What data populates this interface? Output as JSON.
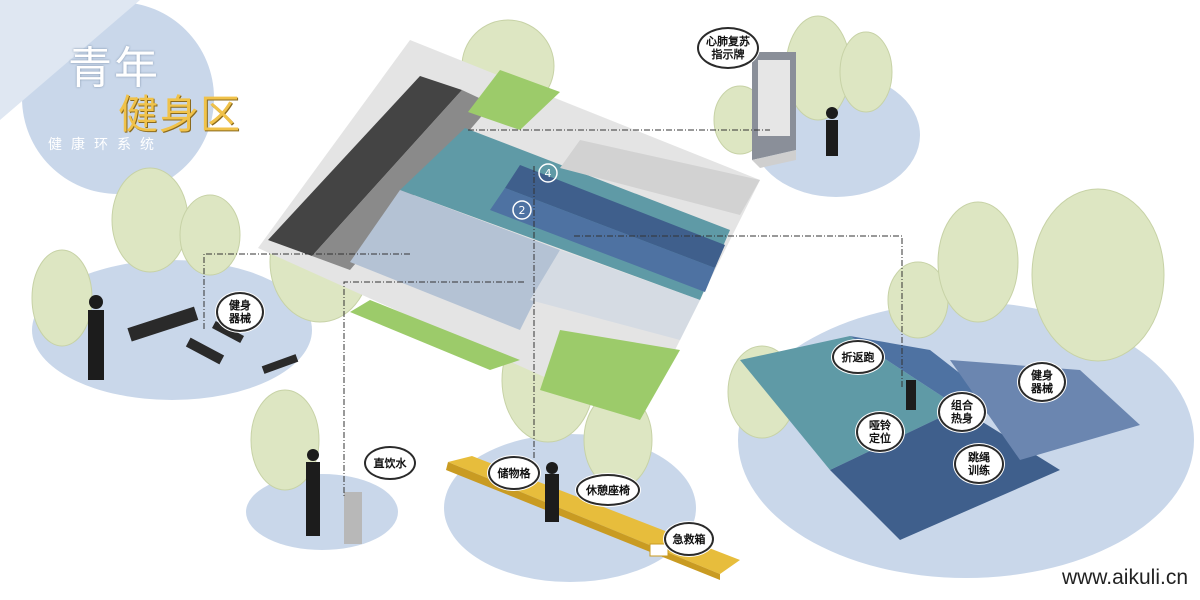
{
  "title": {
    "main": "青年",
    "sub": "健身区",
    "caption": "健康环系统"
  },
  "callouts": {
    "cpr_sign": "心肺复苏\n指示牌",
    "fitness_equipment_left": "健身\n器械",
    "drinking_water": "直饮水",
    "storage_locker": "储物格",
    "rest_bench": "休憩座椅",
    "first_aid_box": "急救箱",
    "shuttle_run": "折返跑",
    "fitness_equipment_right": "健身\n器械",
    "combo_warmup": "组合\n热身",
    "dumbbell_position": "哑铃\n定位",
    "jump_rope": "跳绳\n训练"
  },
  "track_lane_numbers": [
    "4",
    "2"
  ],
  "watermark": "www.aikuli.cn",
  "colors": {
    "zone_circle": "#c9d7ea",
    "tree_fill": "#dde6c2",
    "track_teal": "#5f9aa6",
    "track_blue": "#3f5f8c",
    "bench_yellow": "#e7bd3c",
    "lawn_green": "#9ccb6a",
    "runway_dark": "#444444"
  }
}
